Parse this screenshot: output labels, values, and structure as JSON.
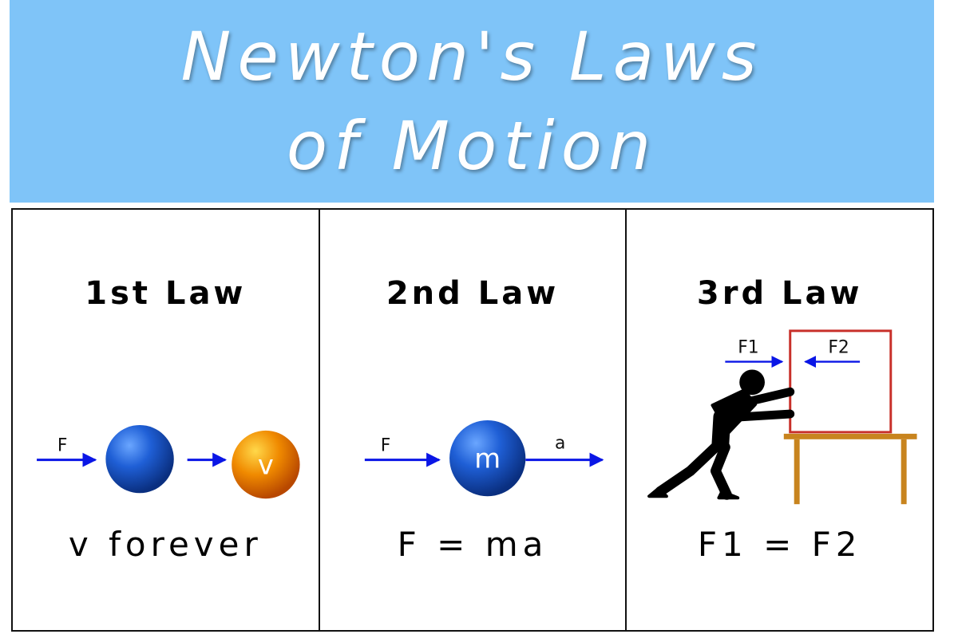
{
  "banner": {
    "line1": "Newton's Laws",
    "line2": "of Motion"
  },
  "laws": [
    {
      "title": "1st Law",
      "force_label": "F",
      "ball_label": "v",
      "formula": "v forever"
    },
    {
      "title": "2nd Law",
      "force_label": "F",
      "mass_label": "m",
      "accel_label": "a",
      "formula": "F = ma"
    },
    {
      "title": "3rd Law",
      "force1_label": "F1",
      "force2_label": "F2",
      "formula": "F1 = F2"
    }
  ],
  "colors": {
    "banner": "#7fc4f8",
    "arrow": "#0a16e6",
    "blue_ball": "#1f5fd6",
    "orange_ball": "#f08a00",
    "box": "#c8302a",
    "table": "#c8841e",
    "figure": "#000000"
  }
}
